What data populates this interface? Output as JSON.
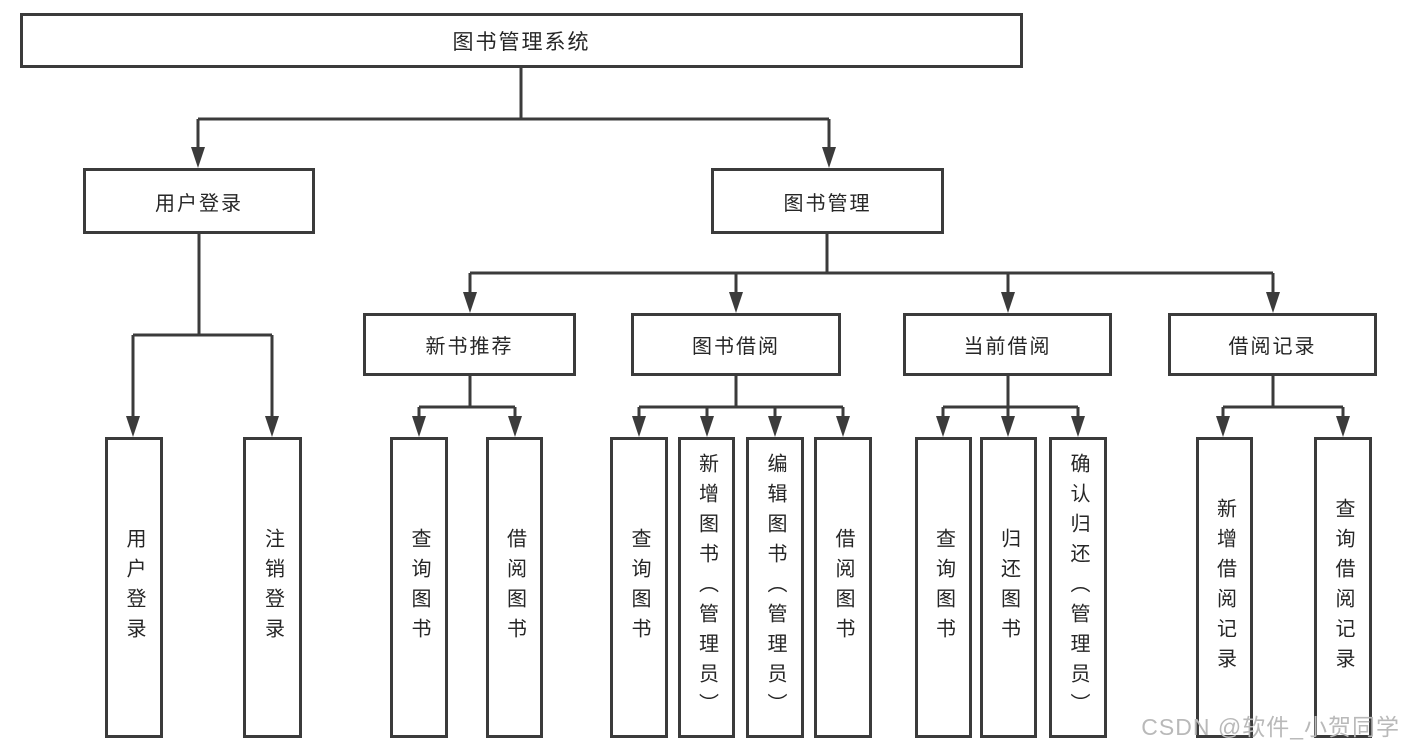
{
  "tree": {
    "root": "图书管理系统",
    "branches": [
      {
        "label": "用户登录",
        "children": [
          "用户登录",
          "注销登录"
        ]
      },
      {
        "label": "图书管理",
        "children": [
          {
            "label": "新书推荐",
            "children": [
              "查询图书",
              "借阅图书"
            ]
          },
          {
            "label": "图书借阅",
            "children": [
              "查询图书",
              "新增图书（管理员）",
              "编辑图书（管理员）",
              "借阅图书"
            ]
          },
          {
            "label": "当前借阅",
            "children": [
              "查询图书",
              "归还图书",
              "确认归还（管理员）"
            ]
          },
          {
            "label": "借阅记录",
            "children": [
              "新增借阅记录",
              "查询借阅记录"
            ]
          }
        ]
      }
    ]
  },
  "watermark": "CSDN @软件_小贺同学",
  "colors": {
    "line": "#3b3b3b",
    "text": "#262626",
    "watermark": "#b9b9b9",
    "background": "#ffffff"
  }
}
